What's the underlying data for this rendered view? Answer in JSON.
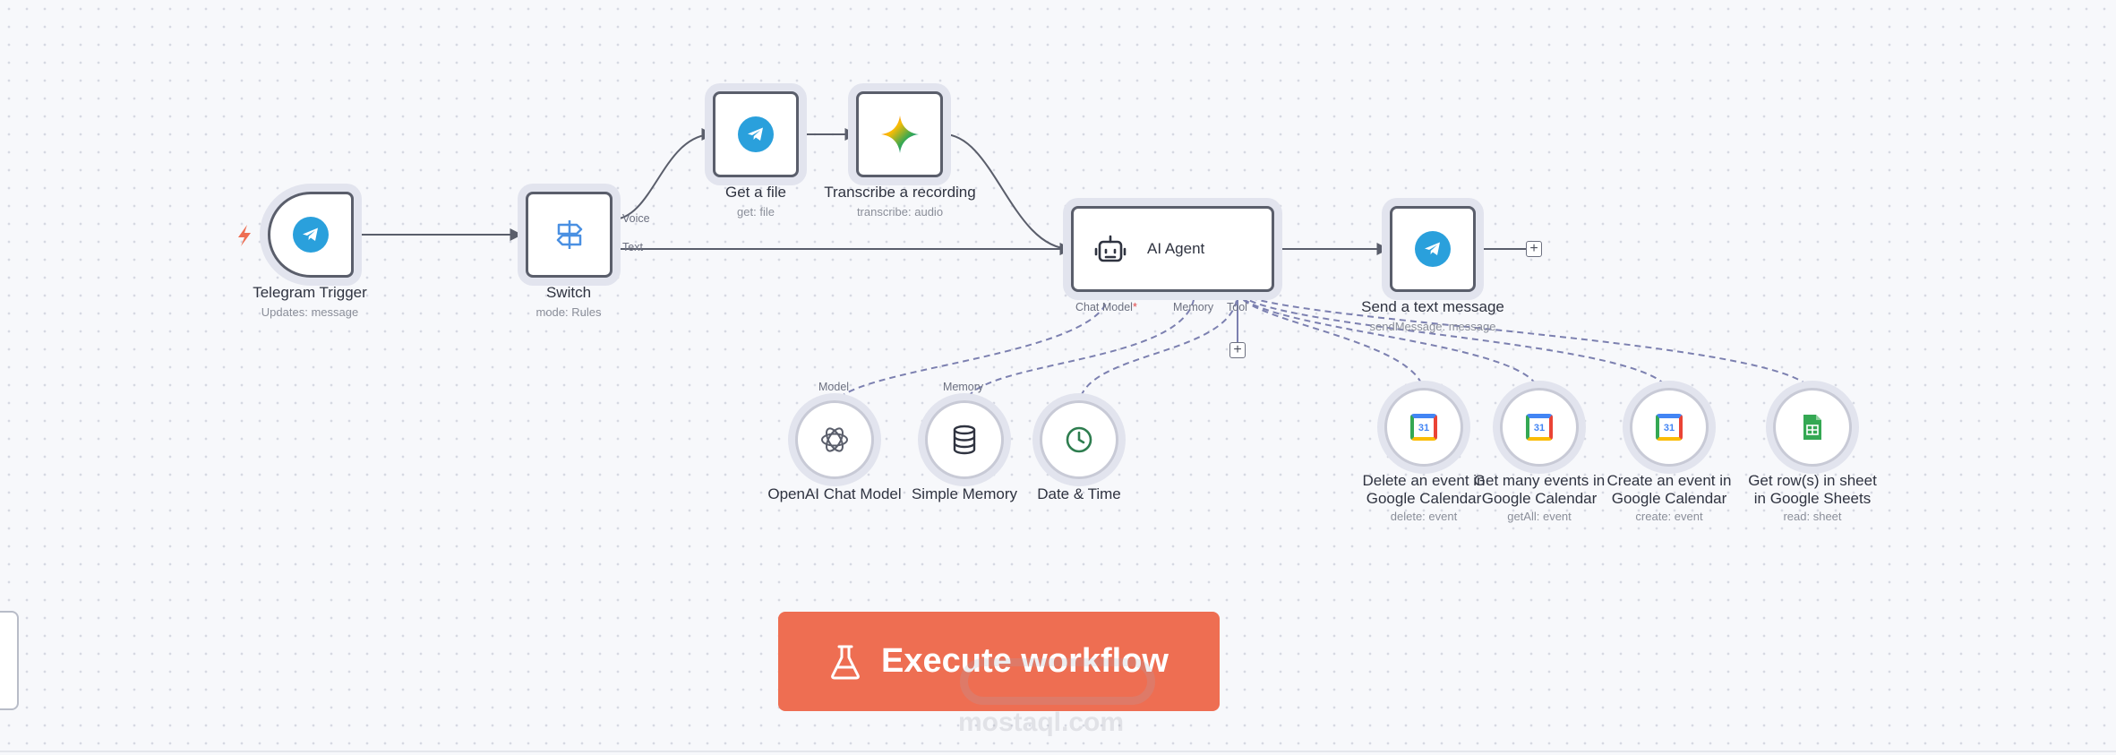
{
  "nodes": {
    "telegram_trigger": {
      "title": "Telegram Trigger",
      "subtitle": "Updates: message"
    },
    "switch": {
      "title": "Switch",
      "subtitle": "mode: Rules",
      "output_voice": "Voice",
      "output_text": "Text"
    },
    "get_file": {
      "title": "Get a file",
      "subtitle": "get: file"
    },
    "transcribe": {
      "title": "Transcribe a recording",
      "subtitle": "transcribe: audio"
    },
    "ai_agent": {
      "title": "AI Agent",
      "port_chat_model": "Chat Model",
      "port_required_mark": "*",
      "port_memory": "Memory",
      "port_tool": "Tool"
    },
    "send_message": {
      "title": "Send a text message",
      "subtitle": "sendMessage: message"
    },
    "openai_chat_model": {
      "title": "OpenAI Chat Model",
      "port": "Model"
    },
    "simple_memory": {
      "title": "Simple Memory",
      "port": "Memory"
    },
    "date_time": {
      "title": "Date & Time"
    },
    "delete_event": {
      "title_line1": "Delete an event in",
      "title_line2": "Google Calendar",
      "subtitle": "delete: event"
    },
    "get_many_events": {
      "title_line1": "Get many events in",
      "title_line2": "Google Calendar",
      "subtitle": "getAll: event"
    },
    "create_event": {
      "title_line1": "Create an event in",
      "title_line2": "Google Calendar",
      "subtitle": "create: event"
    },
    "get_rows": {
      "title_line1": "Get row(s) in sheet",
      "title_line2": "in Google Sheets",
      "subtitle": "read: sheet"
    }
  },
  "calendar_icon_text": "31",
  "plus_symbol": "+",
  "execute_button": {
    "label": "Execute workflow",
    "icon": "flask-icon"
  },
  "watermark": "mostaql.com",
  "colors": {
    "accent": "#ee6e52",
    "telegram": "#2aa0dc",
    "edge": "#5a5e6b",
    "ai_edge": "#7c80b0"
  }
}
